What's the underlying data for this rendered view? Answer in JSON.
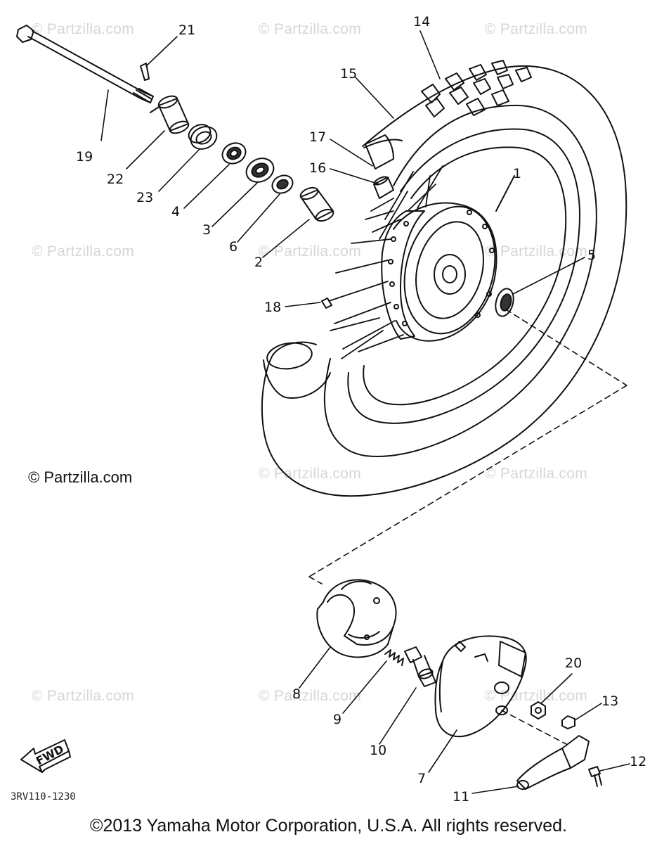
{
  "watermark_text": "© Partzilla.com",
  "copyright_left": "© Partzilla.com",
  "drawing_code": "3RV110-1230",
  "footer": "©2013  Yamaha Motor Corporation, U.S.A. All rights reserved.",
  "fwd_label": "FWD",
  "callouts": {
    "c21": "21",
    "c14": "14",
    "c15": "15",
    "c19": "19",
    "c17": "17",
    "c16": "16",
    "c22": "22",
    "c23": "23",
    "c4": "4",
    "c3": "3",
    "c6": "6",
    "c2": "2",
    "c5": "5",
    "c18": "18",
    "c1": "1",
    "c8": "8",
    "c9": "9",
    "c10": "10",
    "c7": "7",
    "c20": "20",
    "c13": "13",
    "c11": "11",
    "c12": "12"
  }
}
